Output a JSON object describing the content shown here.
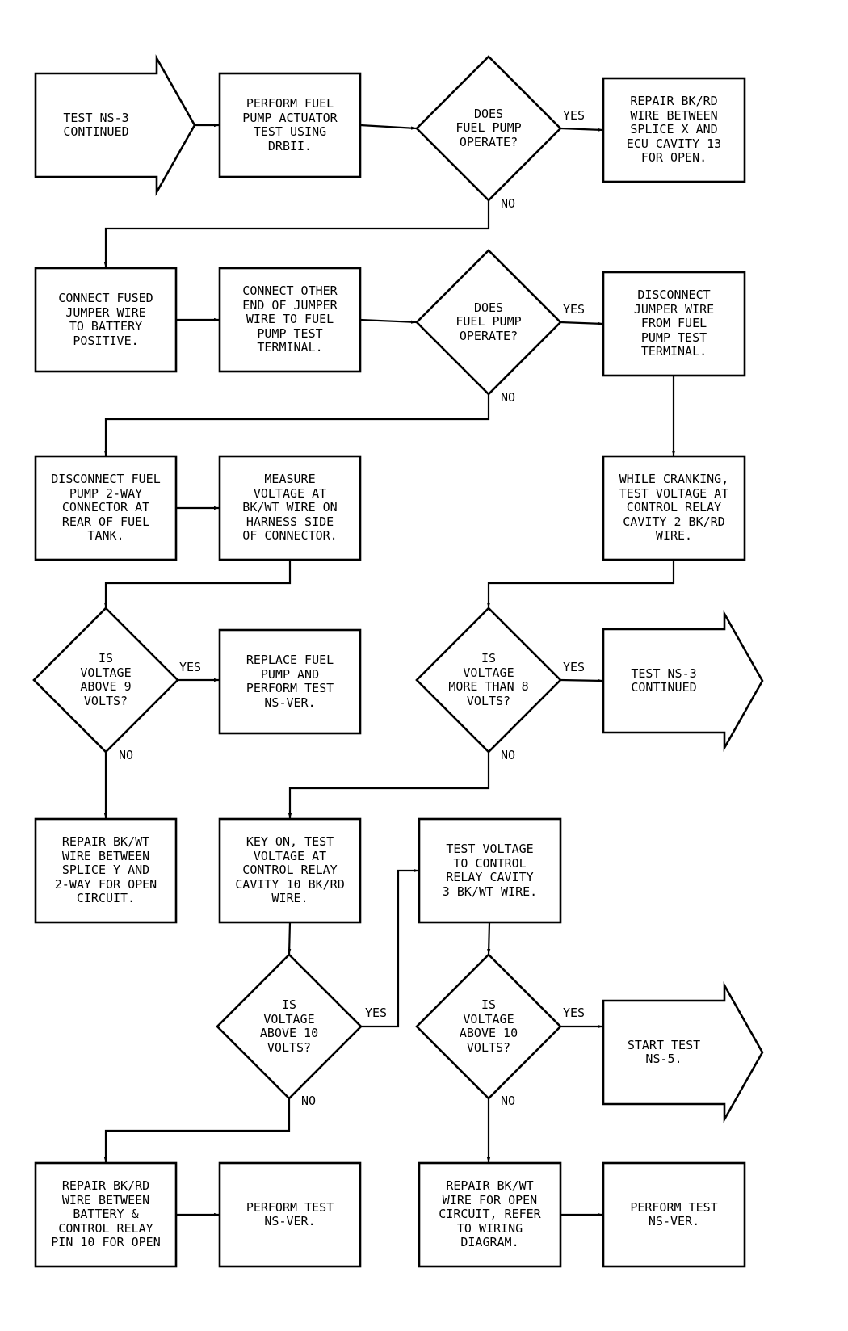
{
  "nodes": {
    "start_arrow": "TEST NS-3\nCONTINUED",
    "perform_fuel_pump_test": "PERFORM FUEL\nPUMP ACTUATOR\nTEST USING\nDRBII.",
    "does_fuel_pump_operate_1": "DOES\nFUEL PUMP\nOPERATE?",
    "repair_bk_rd_splice_x": "REPAIR BK/RD\nWIRE BETWEEN\nSPLICE X AND\nECU CAVITY 13\nFOR OPEN.",
    "connect_fused_jumper": "CONNECT FUSED\nJUMPER WIRE\nTO BATTERY\nPOSITIVE.",
    "connect_other_end": "CONNECT OTHER\nEND OF JUMPER\nWIRE TO FUEL\nPUMP TEST\nTERMINAL.",
    "does_fuel_pump_operate_2": "DOES\nFUEL PUMP\nOPERATE?",
    "disconnect_jumper": "DISCONNECT\nJUMPER WIRE\nFROM FUEL\nPUMP TEST\nTERMINAL.",
    "disconnect_fuel_pump_connector": "DISCONNECT FUEL\nPUMP 2-WAY\nCONNECTOR AT\nREAR OF FUEL\nTANK.",
    "measure_voltage_bk_wt": "MEASURE\nVOLTAGE AT\nBK/WT WIRE ON\nHARNESS SIDE\nOF CONNECTOR.",
    "while_cranking": "WHILE CRANKING,\nTEST VOLTAGE AT\nCONTROL RELAY\nCAVITY 2 BK/RD\nWIRE.",
    "is_voltage_above_9": "IS\nVOLTAGE\nABOVE 9\nVOLTS?",
    "replace_fuel_pump": "REPLACE FUEL\nPUMP AND\nPERFORM TEST\nNS-VER.",
    "is_voltage_more_than_8": "IS\nVOLTAGE\nMORE THAN 8\nVOLTS?",
    "end_arrow_ns3": "TEST NS-3\nCONTINUED",
    "repair_bk_wt_splice_y": "REPAIR BK/WT\nWIRE BETWEEN\nSPLICE Y AND\n2-WAY FOR OPEN\nCIRCUIT.",
    "key_on_test_voltage": "KEY ON, TEST\nVOLTAGE AT\nCONTROL RELAY\nCAVITY 10 BK/RD\nWIRE.",
    "test_voltage_control_relay": "TEST VOLTAGE\nTO CONTROL\nRELAY CAVITY\n3 BK/WT WIRE.",
    "is_voltage_above_10_a": "IS\nVOLTAGE\nABOVE 10\nVOLTS?",
    "is_voltage_above_10_b": "IS\nVOLTAGE\nABOVE 10\nVOLTS?",
    "start_test_ns5": "START TEST\nNS-5.",
    "repair_bk_rd_battery": "REPAIR BK/RD\nWIRE BETWEEN\nBATTERY &\nCONTROL RELAY\nPIN 10 FOR OPEN",
    "perform_test_nsver_1": "PERFORM TEST\nNS-VER.",
    "repair_bk_wt_open": "REPAIR BK/WT\nWIRE FOR OPEN\nCIRCUIT, REFER\nTO WIRING\nDIAGRAM.",
    "perform_test_nsver_2": "PERFORM TEST\nNS-VER."
  },
  "labels": {
    "yes": "YES",
    "no": "NO"
  }
}
